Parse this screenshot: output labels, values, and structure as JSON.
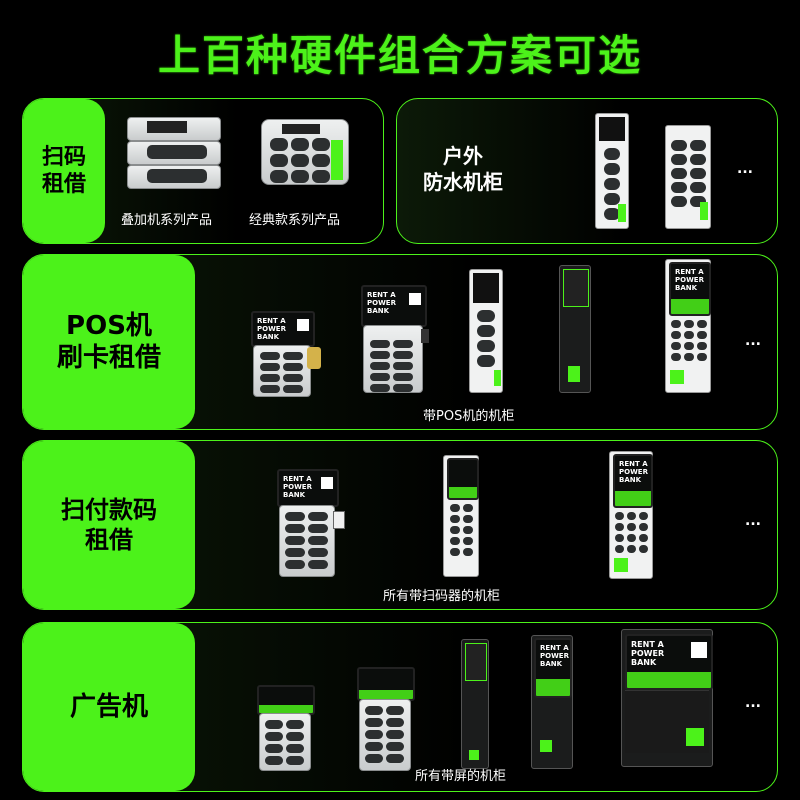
{
  "title": "上百种硬件组合方案可选",
  "sections": {
    "scan": {
      "label_line1": "扫码",
      "label_line2": "租借",
      "caption_left": "叠加机系列产品",
      "caption_right": "经典款系列产品"
    },
    "outdoor": {
      "label_line1": "户外",
      "label_line2": "防水机柜",
      "more": "..."
    },
    "pos": {
      "label_line1": "POS机",
      "label_line2": "刷卡租借",
      "caption": "带POS机的机柜",
      "more": "..."
    },
    "scanpay": {
      "label_line1": "扫付款码",
      "label_line2": "租借",
      "caption": "所有带扫码器的机柜",
      "more": "..."
    },
    "ad": {
      "label": "广告机",
      "caption": "所有带屏的机柜",
      "more": "..."
    }
  },
  "screen_text": {
    "line1": "RENT A",
    "line2": "POWER",
    "line3": "BANK"
  },
  "colors": {
    "accent": "#4cf21a",
    "background": "#000000"
  }
}
